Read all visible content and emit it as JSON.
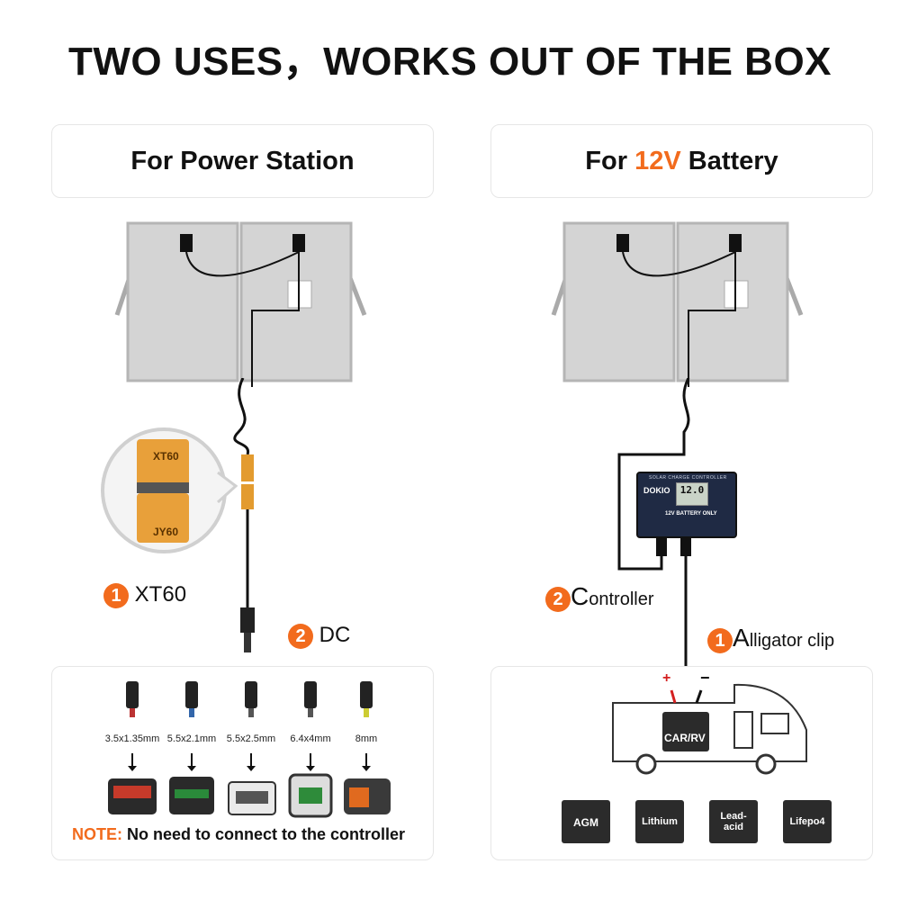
{
  "title": "TWO USES，WORKS OUT OF THE BOX",
  "left": {
    "heading": "For Power Station",
    "xt60_top": "XT60",
    "xt60_bottom": "JY60",
    "step1_num": "1",
    "step1_label": "XT60",
    "step2_num": "2",
    "step2_label": "DC",
    "connectors": [
      "3.5x1.35mm",
      "5.5x2.1mm",
      "5.5x2.5mm",
      "6.4x4mm",
      "8mm"
    ],
    "note_prefix": "NOTE:",
    "note_text": " No need to connect to the controller"
  },
  "right": {
    "heading_pre": "For ",
    "heading_accent": "12V",
    "heading_post": " Battery",
    "controller_brand": "DOKIO",
    "controller_title": "SOLAR CHARGE CONTROLLER",
    "controller_display": "12.0",
    "controller_badge": "12V BATTERY ONLY",
    "step2_num": "2",
    "step2_cap": "C",
    "step2_rest": "ontroller",
    "step1_num": "1",
    "step1_cap": "A",
    "step1_rest": "lligator clip",
    "plus": "+",
    "minus": "−",
    "rv_battery": "CAR/RV",
    "batteries": [
      "AGM",
      "Lithium",
      "Lead-",
      "acid",
      "Lifepo4"
    ]
  },
  "colors": {
    "accent": "#f26b1d",
    "controller": "#1f2a44",
    "battery": "#2b2b2b"
  }
}
